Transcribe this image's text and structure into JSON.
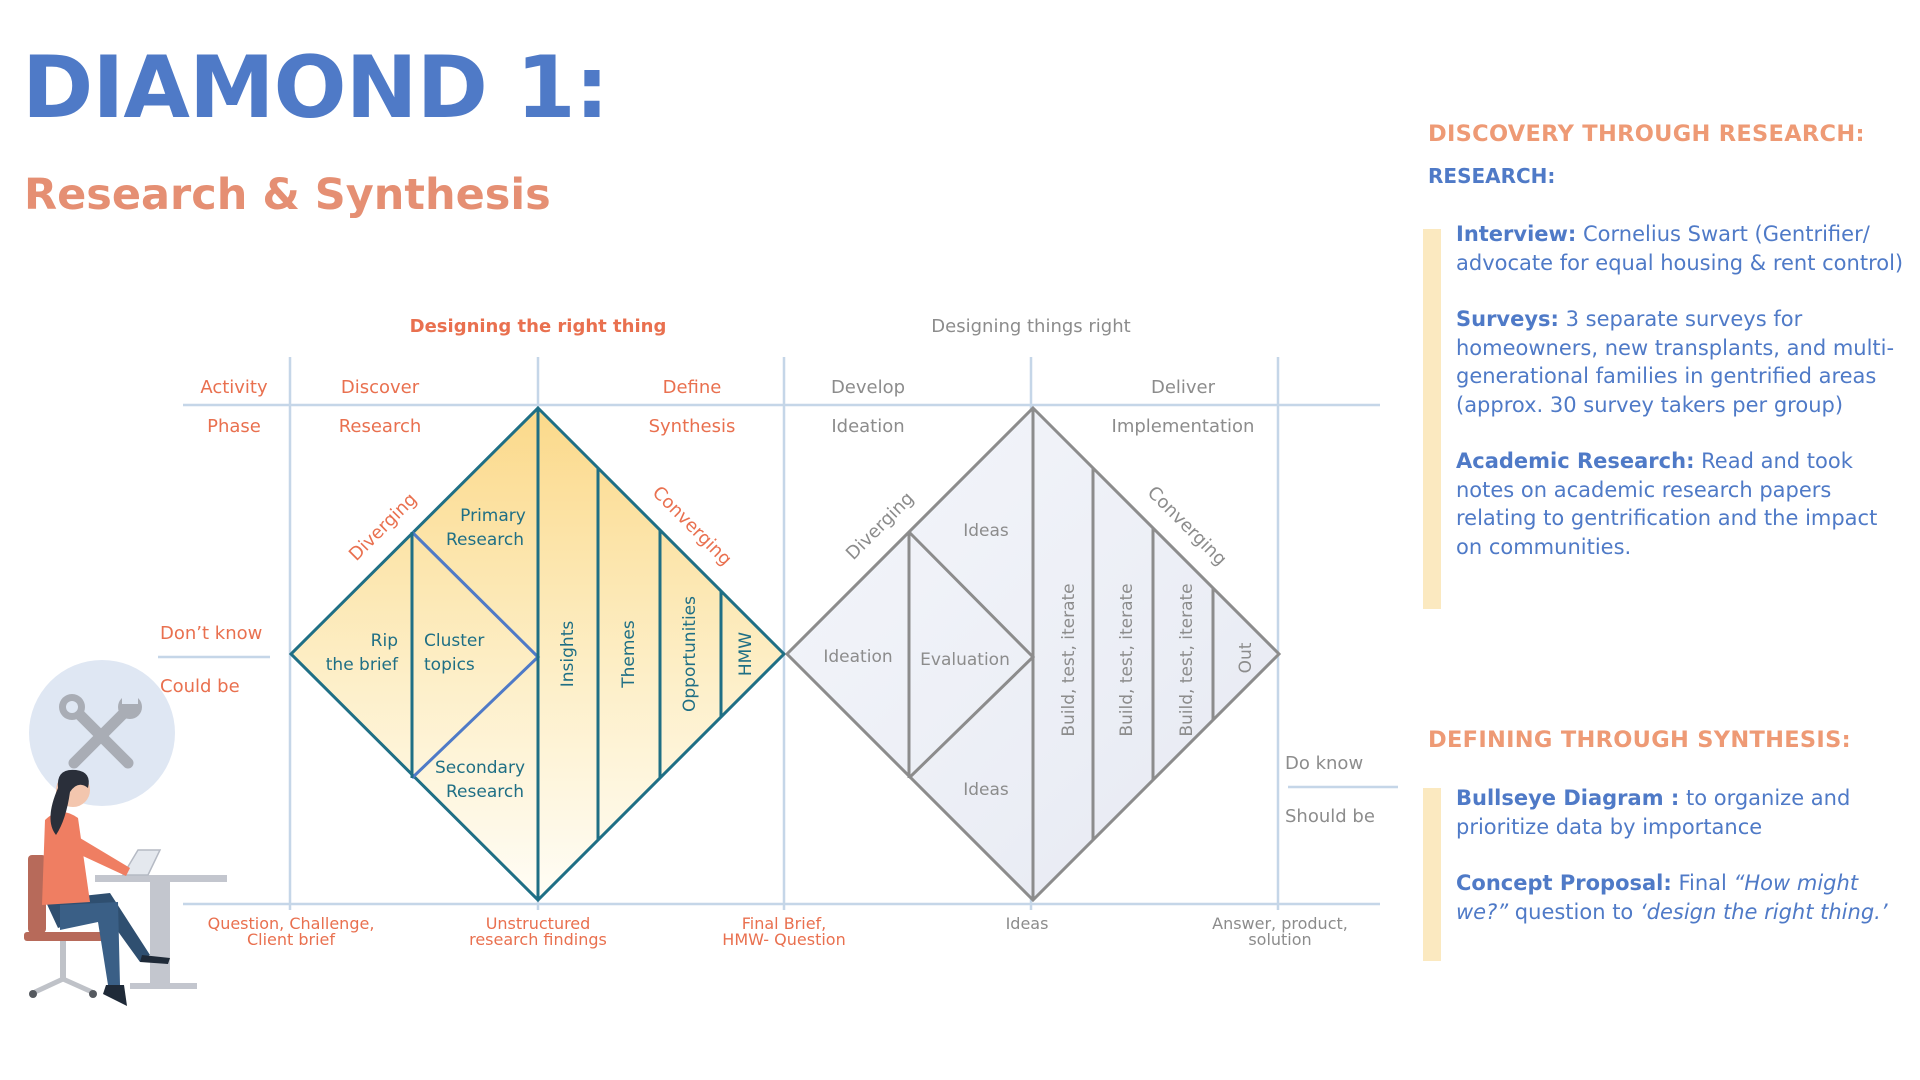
{
  "header": {
    "title": "DIAMOND 1:",
    "subtitle": "Research & Synthesis"
  },
  "colors": {
    "blue": "#4f7ac7",
    "orange": "#e9704f",
    "salmon": "#ee9a75",
    "teal": "#1f6f85",
    "gray": "#8c8c8c",
    "line": "#c5d6e8"
  },
  "diagram": {
    "top_labels": {
      "left": "Designing the right thing",
      "right": "Designing things right"
    },
    "row_labels": {
      "activity": "Activity",
      "phase": "Phase"
    },
    "activities": [
      "Discover",
      "Define",
      "Develop",
      "Deliver"
    ],
    "phases": [
      "Research",
      "Synthesis",
      "Ideation",
      "Implementation"
    ],
    "left_side": {
      "dont_know": "Don’t know",
      "could_be": "Could be"
    },
    "right_side": {
      "do_know": "Do know",
      "should_be": "Should be"
    },
    "diamond1": {
      "diverging": "Diverging",
      "converging": "Converging",
      "primary_research": [
        "Primary",
        "Research"
      ],
      "rip_the_brief": [
        "Rip",
        "the brief"
      ],
      "cluster_topics": [
        "Cluster",
        "topics"
      ],
      "secondary_research": [
        "Secondary",
        "Research"
      ],
      "columns": [
        "Insights",
        "Themes",
        "Opportunities",
        "HMW"
      ]
    },
    "diamond2": {
      "diverging": "Diverging",
      "converging": "Converging",
      "ideas_top": "Ideas",
      "ideation": "Ideation",
      "evaluation": "Evaluation",
      "ideas_bottom": "Ideas",
      "columns": [
        "Build, test, iterate",
        "Build, test, iterate",
        "Build, test, iterate",
        "Out"
      ]
    },
    "bottom_labels": {
      "start": [
        "Question, Challenge,",
        "Client brief"
      ],
      "unstructured": [
        "Unstructured",
        "research findings"
      ],
      "final_brief": [
        "Final Brief,",
        "HMW- Question"
      ],
      "ideas": "Ideas",
      "answer": [
        "Answer, product,",
        "solution"
      ]
    }
  },
  "sidebar": {
    "discovery": {
      "heading": "DISCOVERY THROUGH RESEARCH:",
      "subheading": "RESEARCH:",
      "interview_label": "Interview:",
      "interview_text": " Cornelius Swart (Gentrifier/ advocate for equal housing & rent control)",
      "surveys_label": "Surveys:",
      "surveys_text": " 3 separate surveys for homeowners, new transplants, and multi-generational families in gentrified areas (approx. 30 survey takers per group)",
      "academic_label": "Academic Research:",
      "academic_text": " Read and took notes on academic research papers relating to gentrification and the impact on communities."
    },
    "defining": {
      "heading": "DEFINING THROUGH SYNTHESIS:",
      "bullseye_label": "Bullseye Diagram :",
      "bullseye_text": " to organize and prioritize  data by importance",
      "concept_label": "Concept Proposal:",
      "concept_text_1": " Final ",
      "concept_italic_1": "“How might we?”",
      "concept_text_2": " question to ",
      "concept_italic_2": "‘design the right thing.’"
    }
  }
}
